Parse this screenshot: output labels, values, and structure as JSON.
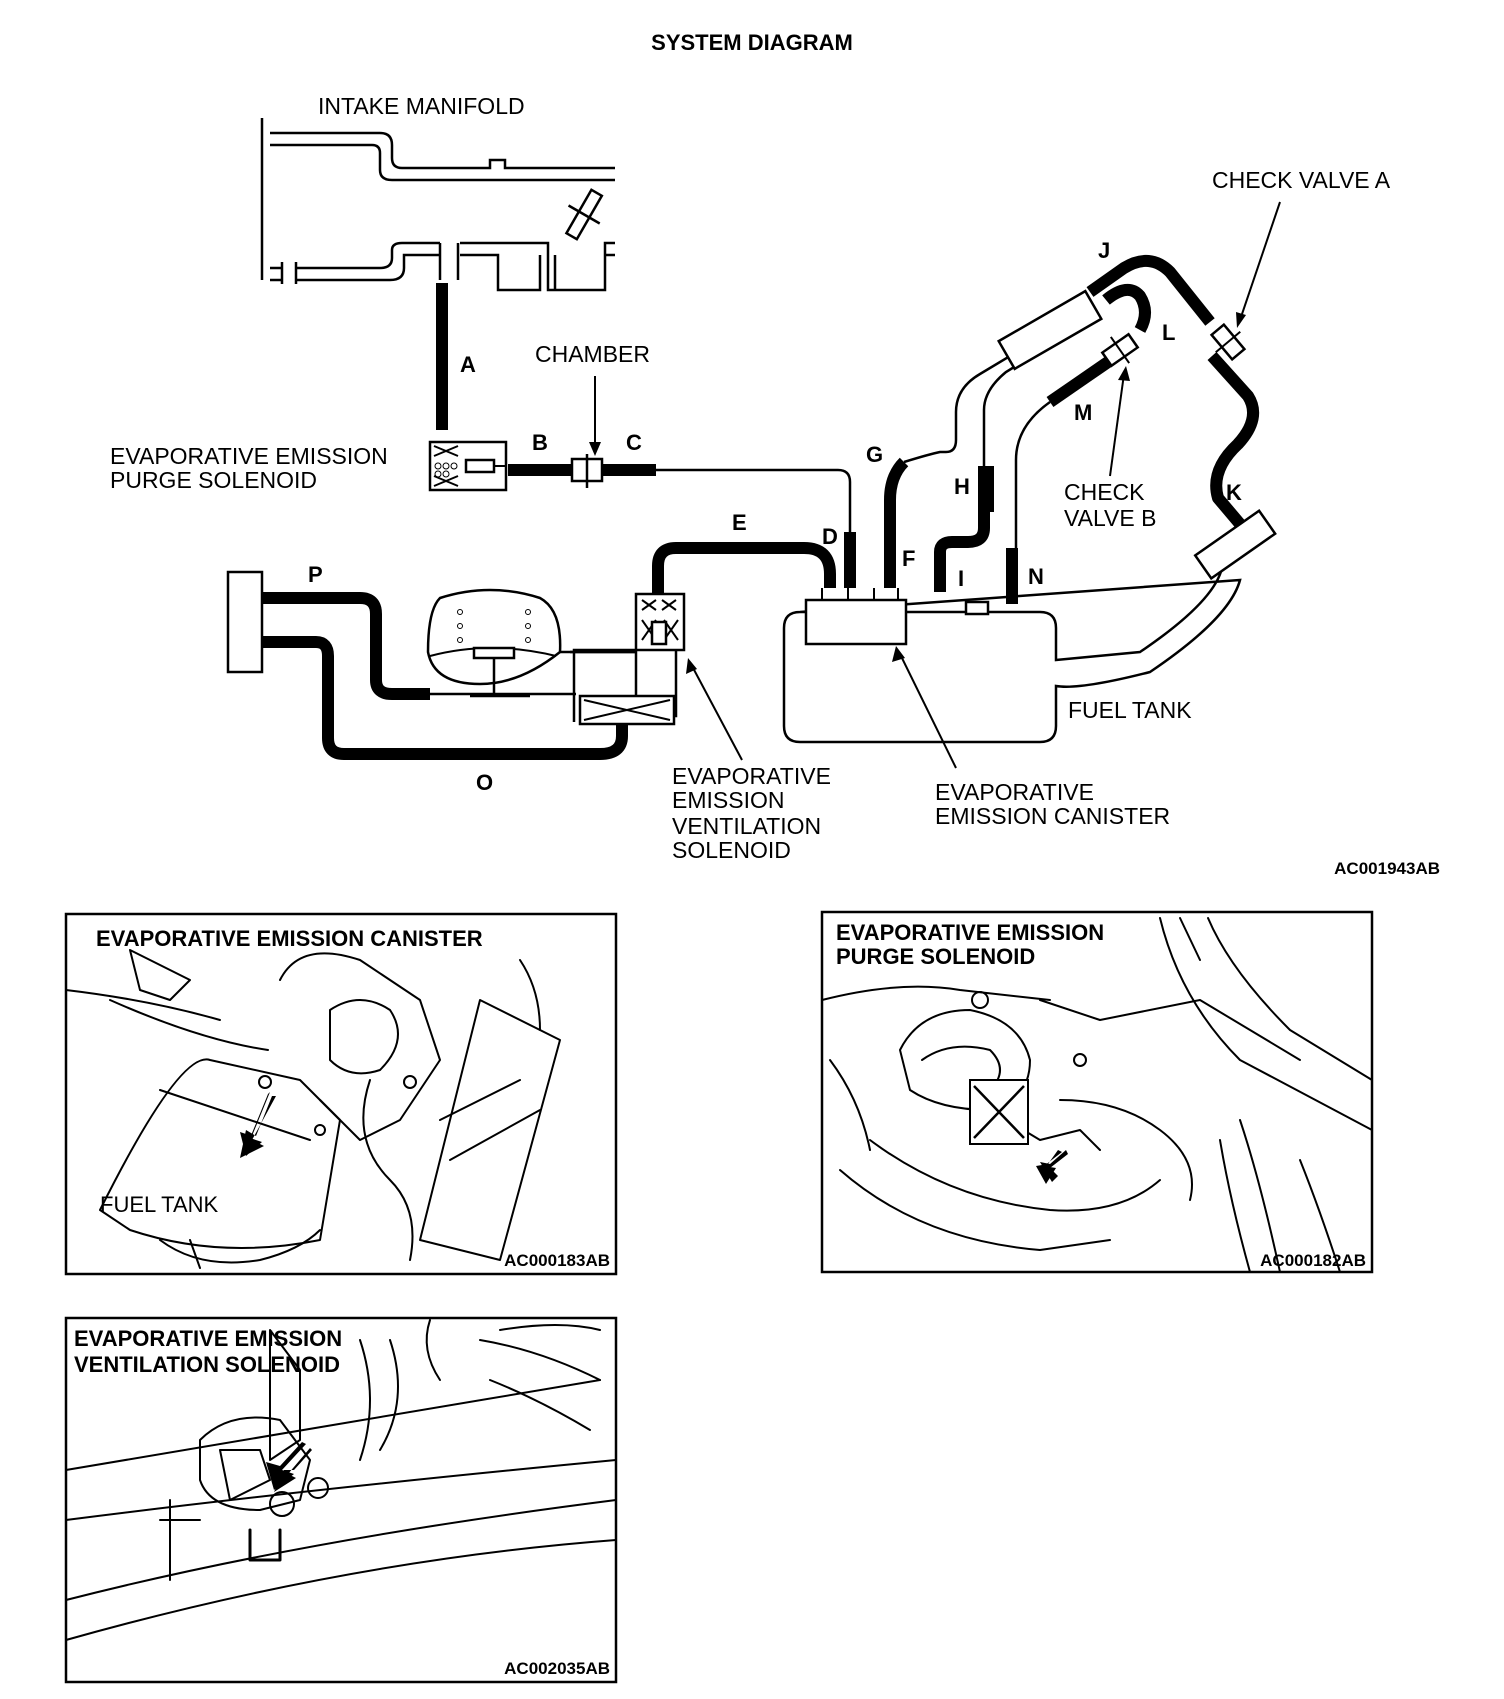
{
  "title": "SYSTEM DIAGRAM",
  "diagram_code": "AC001943AB",
  "labels": {
    "intake_manifold": "INTAKE MANIFOLD",
    "chamber": "CHAMBER",
    "check_valve_a": "CHECK VALVE A",
    "purge_solenoid_l1": "EVAPORATIVE EMISSION",
    "purge_solenoid_l2": "PURGE SOLENOID",
    "check_valve_b_l1": "CHECK",
    "check_valve_b_l2": "VALVE B",
    "fuel_tank": "FUEL TANK",
    "ventilation_solenoid_l1": "EVAPORATIVE",
    "ventilation_solenoid_l2": "EMISSION",
    "ventilation_solenoid_l3": "VENTILATION",
    "ventilation_solenoid_l4": "SOLENOID",
    "canister_l1": "EVAPORATIVE",
    "canister_l2": "EMISSION CANISTER"
  },
  "hoses": {
    "A": "A",
    "B": "B",
    "C": "C",
    "D": "D",
    "E": "E",
    "F": "F",
    "G": "G",
    "H": "H",
    "I": "I",
    "J": "J",
    "K": "K",
    "L": "L",
    "M": "M",
    "N": "N",
    "O": "O",
    "P": "P"
  },
  "insets": [
    {
      "title": "EVAPORATIVE EMISSION CANISTER",
      "sub_label": "FUEL TANK",
      "code": "AC000183AB"
    },
    {
      "title_l1": "EVAPORATIVE EMISSION",
      "title_l2": "PURGE SOLENOID",
      "code": "AC000182AB"
    },
    {
      "title_l1": "EVAPORATIVE EMISSION",
      "title_l2": "VENTILATION SOLENOID",
      "code": "AC002035AB"
    }
  ]
}
